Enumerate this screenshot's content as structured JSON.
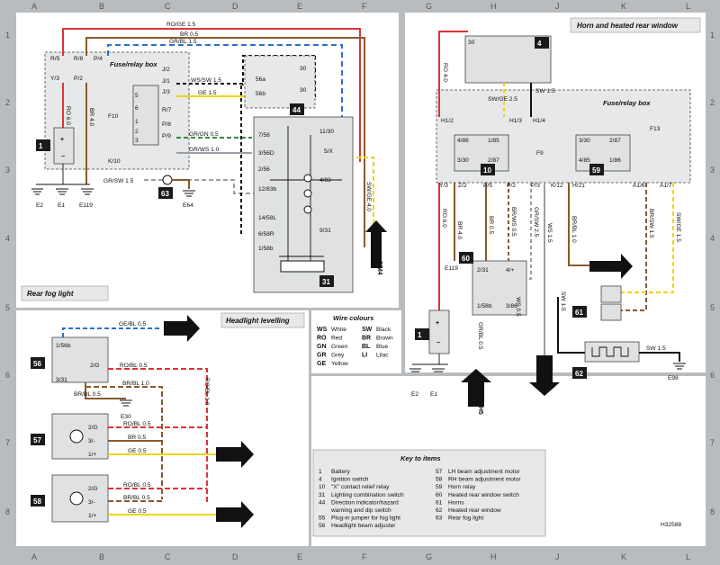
{
  "grid": {
    "columns": [
      "A",
      "B",
      "C",
      "D",
      "E",
      "F",
      "G",
      "H",
      "J",
      "K",
      "L"
    ],
    "rows": [
      "1",
      "2",
      "3",
      "4",
      "5",
      "6",
      "7",
      "8"
    ]
  },
  "sections": {
    "horn_title": "Horn and heated rear window",
    "rear_fog_title": "Rear fog light",
    "headlight_title": "Headlight levelling"
  },
  "boxes": {
    "fuse_relay_left": "Fuse/relay box",
    "fuse_relay_right": "Fuse/relay box"
  },
  "tags": {
    "t1": "1",
    "t4": "4",
    "t10": "10",
    "t31": "31",
    "t44": "44",
    "t59": "59",
    "t60": "60",
    "t61": "61",
    "t62": "62",
    "t63": "63",
    "t1b": "1",
    "t56": "56",
    "t57": "57",
    "t58": "58"
  },
  "refs": {
    "r2m4": "2/M4",
    "r7d6": "7/D6",
    "r5e6": "5/E6",
    "r5e7a": "5/E7",
    "r5e7b": "5/E7",
    "r4h5": "4/H5",
    "r9a7": "9/A7"
  },
  "earths": {
    "e2": "E2",
    "e1": "E1",
    "e119": "E119",
    "e64": "E64",
    "e119b": "E119",
    "e2b": "E2",
    "e1b": "E1",
    "e30": "E30",
    "e98": "E98"
  },
  "wire_labels": {
    "rogE": "RO/GE 1.5",
    "br05": "BR  0.5",
    "grbl": "GR/BL 1.5",
    "wssw": "WS/SW 1.5",
    "ge15": "GE 1.5",
    "grgn": "GR/GN 0.5",
    "grws": "GR/WS 1.0",
    "grsw": "GR/SW 1.5",
    "ro6": "RO 6.0",
    "br4": "BR 4.0",
    "swge4": "SW/GE 4.0",
    "ro4": "RO 4.0",
    "swge25": "SW/GE 2.5",
    "sw15": "SW 1.5",
    "ro6b": "RO 6.0",
    "br4b": "BR 4.0",
    "br05b": "BR 0.5",
    "brws": "BR/WS 0.5",
    "grsw2": "GR/SW 2.5",
    "ws15": "WS 1.5",
    "brbl": "BR/BL 1.0",
    "brsw": "BR/SW 1.5",
    "swge15": "SW/GE 1.5",
    "ws05": "WS 0.5",
    "sw15b": "SW 1.5",
    "sw15c": "SW 1.5",
    "grbl05": "GR/BL 0.5",
    "gebl": "GE/BL 0.5",
    "robl": "RO/BL 0.5",
    "brbl10": "BR/BL 1.0",
    "brbl05": "BR/BL 0.5",
    "robl10": "RO/BL 1.0",
    "robl05a": "RO/BL 0.5",
    "br05c": "BR 0.5",
    "ge05a": "GE 0.5",
    "robl05b": "RO/BL 0.5",
    "brbl05b": "BR/BL 0.5",
    "ge05b": "GE 0.5"
  },
  "pins_left": [
    "R/5",
    "R/8",
    "P/4",
    "Y/3",
    "P/2",
    "J/2",
    "J/1",
    "J/3",
    "R/7",
    "P/8",
    "P/9",
    "K/10",
    "F10",
    "5",
    "6",
    "1",
    "2",
    "3"
  ],
  "pins_31": [
    "7/58",
    "3/56D",
    "2/56",
    "12/83b",
    "14/58L",
    "6/58R",
    "1/58b",
    "11/30",
    "5/X",
    "4/83",
    "9/31"
  ],
  "pins_44": [
    "56a",
    "56b",
    "30",
    "30"
  ],
  "pins_right": [
    "H1/2",
    "H1/3",
    "H1/4",
    "Y/3",
    "Z/2",
    "P/5",
    "P/2",
    "P/3",
    "K/12",
    "H/21",
    "A1/6",
    "A1/7",
    "F13",
    "F9",
    "30"
  ],
  "relay10": [
    "4/86",
    "1/85",
    "3/30",
    "2/87"
  ],
  "relay59": [
    "3/30",
    "2/87",
    "4/85",
    "1/86"
  ],
  "pins_60": [
    "2/31",
    "1/58b",
    "4/+",
    "3/86"
  ],
  "pins_56": [
    "1/56b",
    "2/G",
    "3/31"
  ],
  "pins_motor": [
    "2/G",
    "3/-",
    "1/+"
  ],
  "wire_colours": {
    "title": "Wire colours",
    "items": [
      {
        "code": "WS",
        "name": "White"
      },
      {
        "code": "SW",
        "name": "Black"
      },
      {
        "code": "RO",
        "name": "Red"
      },
      {
        "code": "BR",
        "name": "Brown"
      },
      {
        "code": "GN",
        "name": "Green"
      },
      {
        "code": "BL",
        "name": "Blue"
      },
      {
        "code": "GR",
        "name": "Grey"
      },
      {
        "code": "LI",
        "name": "Lilac"
      },
      {
        "code": "GE",
        "name": "Yellow"
      }
    ]
  },
  "key": {
    "title": "Key to items",
    "left": [
      {
        "n": "1",
        "t": "Battery"
      },
      {
        "n": "4",
        "t": "Ignition switch"
      },
      {
        "n": "10",
        "t": "\"X\" contact relief relay"
      },
      {
        "n": "31",
        "t": "Lighting combination switch"
      },
      {
        "n": "44",
        "t": "Direction indicator/hazard"
      },
      {
        "n": "",
        "t": "warning and dip switch"
      },
      {
        "n": "55",
        "t": "Plug-in jumper for fog light"
      },
      {
        "n": "56",
        "t": "Headlight beam adjuster"
      }
    ],
    "right": [
      {
        "n": "57",
        "t": "LH beam adjustment motor"
      },
      {
        "n": "58",
        "t": "RH beam adjustment motor"
      },
      {
        "n": "59",
        "t": "Horn relay"
      },
      {
        "n": "60",
        "t": "Heated rear window switch"
      },
      {
        "n": "61",
        "t": "Horns"
      },
      {
        "n": "62",
        "t": "Heated rear window"
      },
      {
        "n": "63",
        "t": "Rear fog light"
      }
    ]
  },
  "ref_code": "H32588",
  "colors": {
    "ro": "#d9343a",
    "br": "#8a5a2b",
    "gr": "#9aa0a6",
    "ge": "#f1d40a",
    "sw": "#111111",
    "ws": "#ffffff",
    "bl": "#2c6fd0",
    "gn": "#2e8b3e",
    "tag": "#1a1a1a",
    "panel": "#ffffff",
    "bg": "#b9bcbf"
  }
}
